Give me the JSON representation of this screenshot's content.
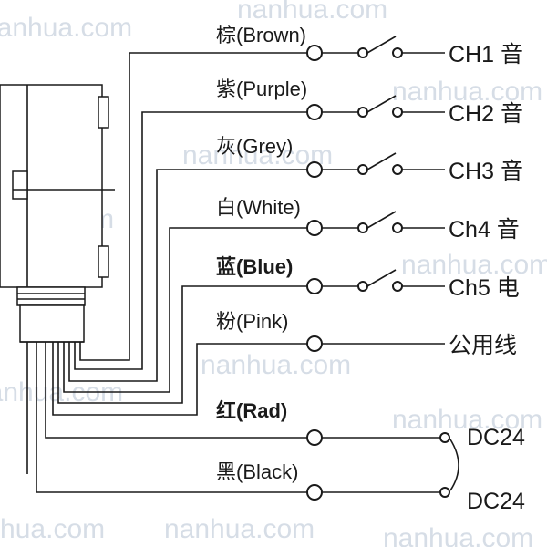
{
  "watermark": "nanhua.com",
  "wires": [
    {
      "id": "brown",
      "label": "棕(Brown)",
      "bold": false
    },
    {
      "id": "purple",
      "label": "紫(Purple)",
      "bold": false
    },
    {
      "id": "grey",
      "label": "灰(Grey)",
      "bold": false
    },
    {
      "id": "white",
      "label": "白(White)",
      "bold": false
    },
    {
      "id": "blue",
      "label": "蓝(Blue)",
      "bold": true
    },
    {
      "id": "pink",
      "label": "粉(Pink)",
      "bold": false
    },
    {
      "id": "red",
      "label": "红(Rad)",
      "bold": true
    },
    {
      "id": "black",
      "label": "黑(Black)",
      "bold": false
    }
  ],
  "outputs": [
    {
      "id": "ch1",
      "label": "CH1 音"
    },
    {
      "id": "ch2",
      "label": "CH2 音"
    },
    {
      "id": "ch3",
      "label": "CH3 音"
    },
    {
      "id": "ch4",
      "label": "Ch4 音"
    },
    {
      "id": "ch5",
      "label": "Ch5 电"
    },
    {
      "id": "common",
      "label": "公用线"
    }
  ],
  "power": [
    {
      "id": "dc_pos",
      "label": "DC24"
    },
    {
      "id": "dc_neg",
      "label": "DC24"
    }
  ],
  "colors": {
    "line": "#1a1a1a",
    "watermark": "#d6dde6"
  }
}
